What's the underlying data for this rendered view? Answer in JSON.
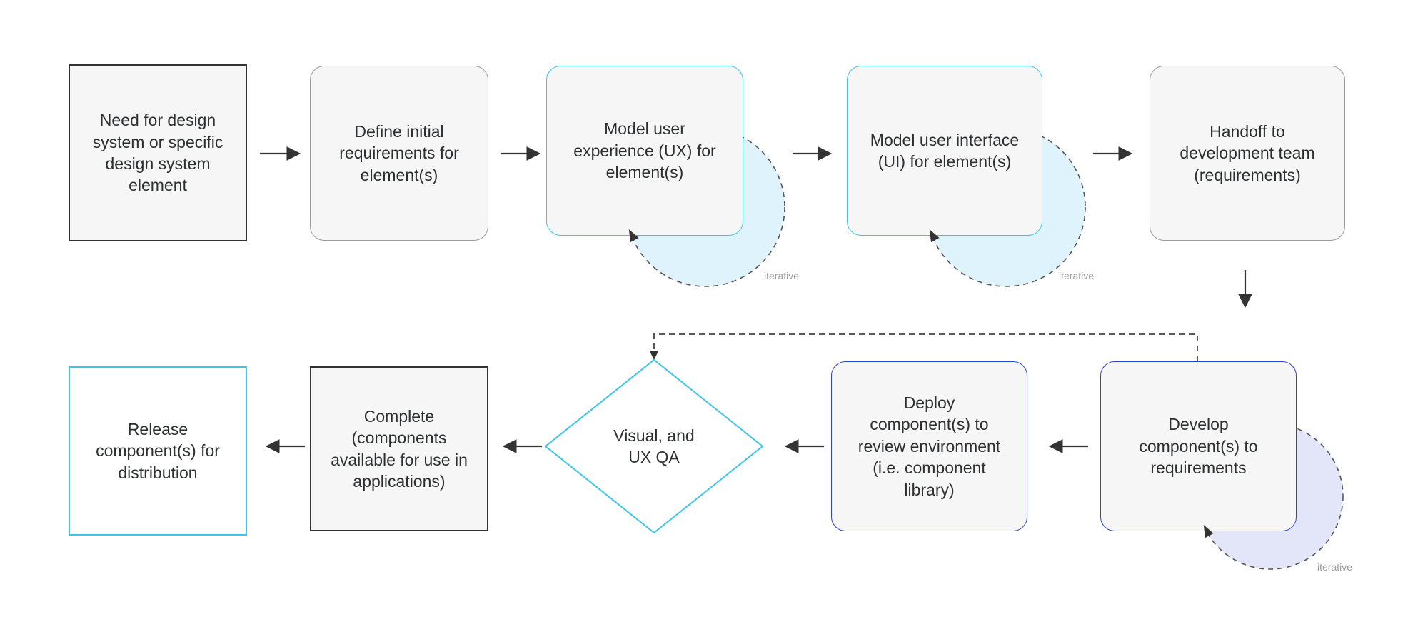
{
  "nodes": {
    "need": {
      "label": "Need for design system or specific design system element"
    },
    "define": {
      "label": "Define initial requirements for element(s)"
    },
    "model_ux": {
      "label": "Model user experience (UX) for element(s)"
    },
    "model_ui": {
      "label": "Model user interface (UI) for element(s)"
    },
    "handoff": {
      "label": "Handoff to development team (requirements)"
    },
    "develop": {
      "label": "Develop component(s) to requirements"
    },
    "deploy": {
      "label": "Deploy component(s) to review environment (i.e. component library)"
    },
    "qa": {
      "label": "Visual, and UX QA"
    },
    "complete": {
      "label": "Complete (components available for use in applications)"
    },
    "release": {
      "label": "Release component(s) for distribution"
    }
  },
  "annotations": {
    "iterative_ux": "iterative",
    "iterative_ui": "iterative",
    "iterative_develop": "iterative"
  },
  "colors": {
    "cyan_border": "#3cc5e8",
    "blue_border": "#2a44d4",
    "dark_border": "#333333",
    "gray_border": "#9a9a9a",
    "box_fill": "#f6f6f6",
    "white_fill": "#ffffff",
    "cyan_loop_fill": "#def3fb",
    "lavender_loop_fill": "#e3e6f8",
    "arrow_color": "#333333",
    "iterative_text_color": "#9b9b9b"
  }
}
